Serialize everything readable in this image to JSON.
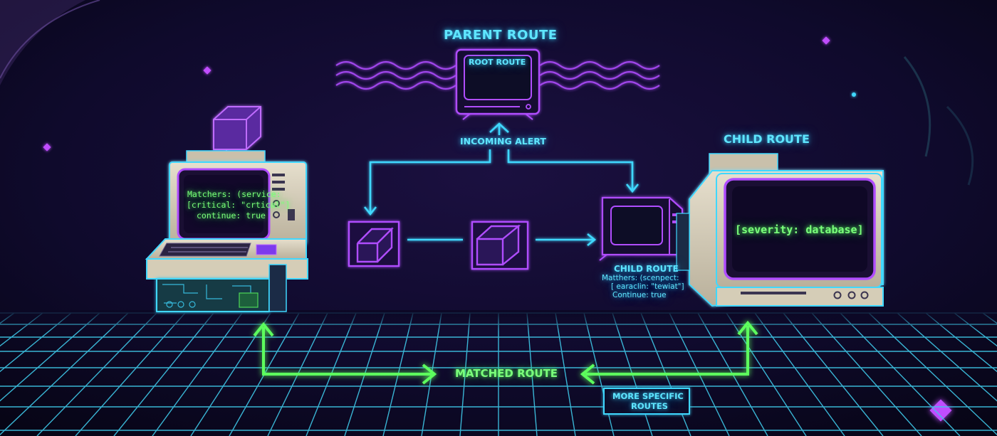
{
  "labels": {
    "parent_route": "PARENT ROUTE",
    "root_route": "ROOT ROUTE",
    "incoming_alert": "INCOMING ALERT",
    "child_route_top": "CHILD ROUTE",
    "left_terminal": {
      "line1": "Matchers: (service:",
      "line2": "[critical: \"crtical\"]",
      "line3": "continue: true"
    },
    "child_route_small": {
      "title": "CHILD ROUTE",
      "line1": "Matthers: (scenpect:",
      "line2": "[ earaclin: \"tewiat\"]",
      "line3": "Continue: true"
    },
    "big_screen": "[severity: database]",
    "matched_route": "MATCHED ROUTE",
    "more_specific_line1": "MORE SPECIFIC",
    "more_specific_line2": "ROUTES"
  },
  "colors": {
    "background": "#0b0824",
    "cyan": "#3fd8ff",
    "magenta": "#b04dff",
    "green": "#5dff5d",
    "beige": "#d9d0bc"
  }
}
